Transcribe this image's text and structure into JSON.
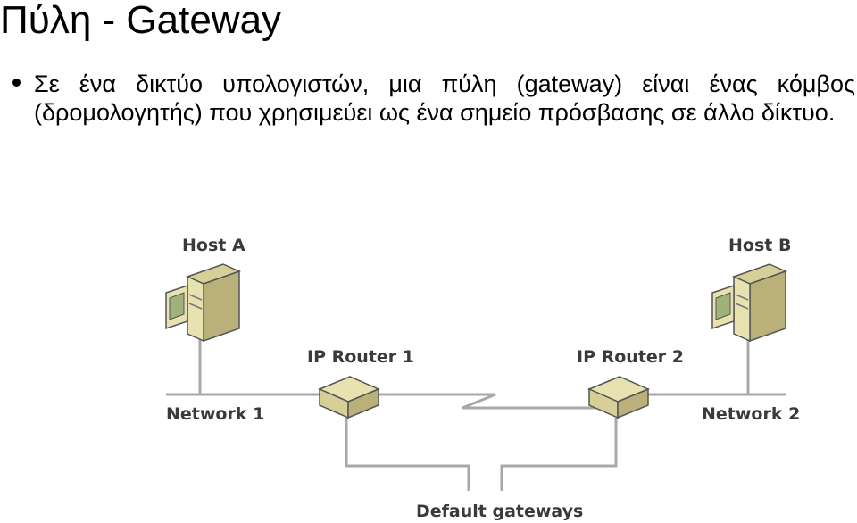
{
  "title": "Πύλη - Gateway",
  "bullet": "Σε ένα δικτύο υπολογιστών, μια πύλη (gateway) είναι ένας κόμβος (δρομολογητής) που χρησιμεύει ως ένα σημείο πρόσβασης σε άλλο δίκτυο.",
  "diagram": {
    "host_a": "Host A",
    "host_b": "Host B",
    "router_1": "IP Router 1",
    "router_2": "IP Router 2",
    "network_1": "Network 1",
    "network_2": "Network 2",
    "default_gateways": "Default gateways"
  },
  "colors": {
    "device_face": "#e8e2b0",
    "device_side": "#b9b07a",
    "device_dark": "#8c8454",
    "line": "#a8a8a8"
  }
}
